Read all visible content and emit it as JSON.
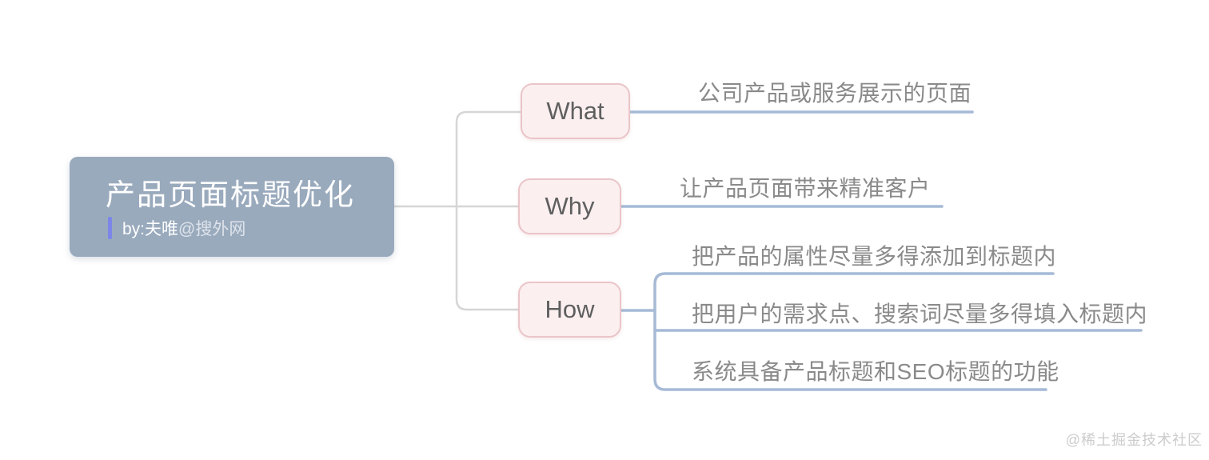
{
  "root": {
    "title": "产品页面标题优化",
    "byline_author": "by:夫唯",
    "byline_site": "@搜外网"
  },
  "branches": [
    {
      "label": "What",
      "leaves": [
        "公司产品或服务展示的页面"
      ]
    },
    {
      "label": "Why",
      "leaves": [
        "让产品页面带来精准客户"
      ]
    },
    {
      "label": "How",
      "leaves": [
        "把产品的属性尽量多得添加到标题内",
        "把用户的需求点、搜索词尽量多得填入标题内",
        "系统具备产品标题和SEO标题的功能"
      ]
    }
  ],
  "watermark": "@稀土掘金技术社区",
  "colors": {
    "root_bg": "#9aaabd",
    "branch_bg": "#fbeff0",
    "branch_border": "#eac5c8",
    "connector_gray": "#d6d6d6",
    "connector_blue": "#a6bad5",
    "byline_accent": "#7d86e8",
    "leaf_text": "#8a8a8a"
  }
}
